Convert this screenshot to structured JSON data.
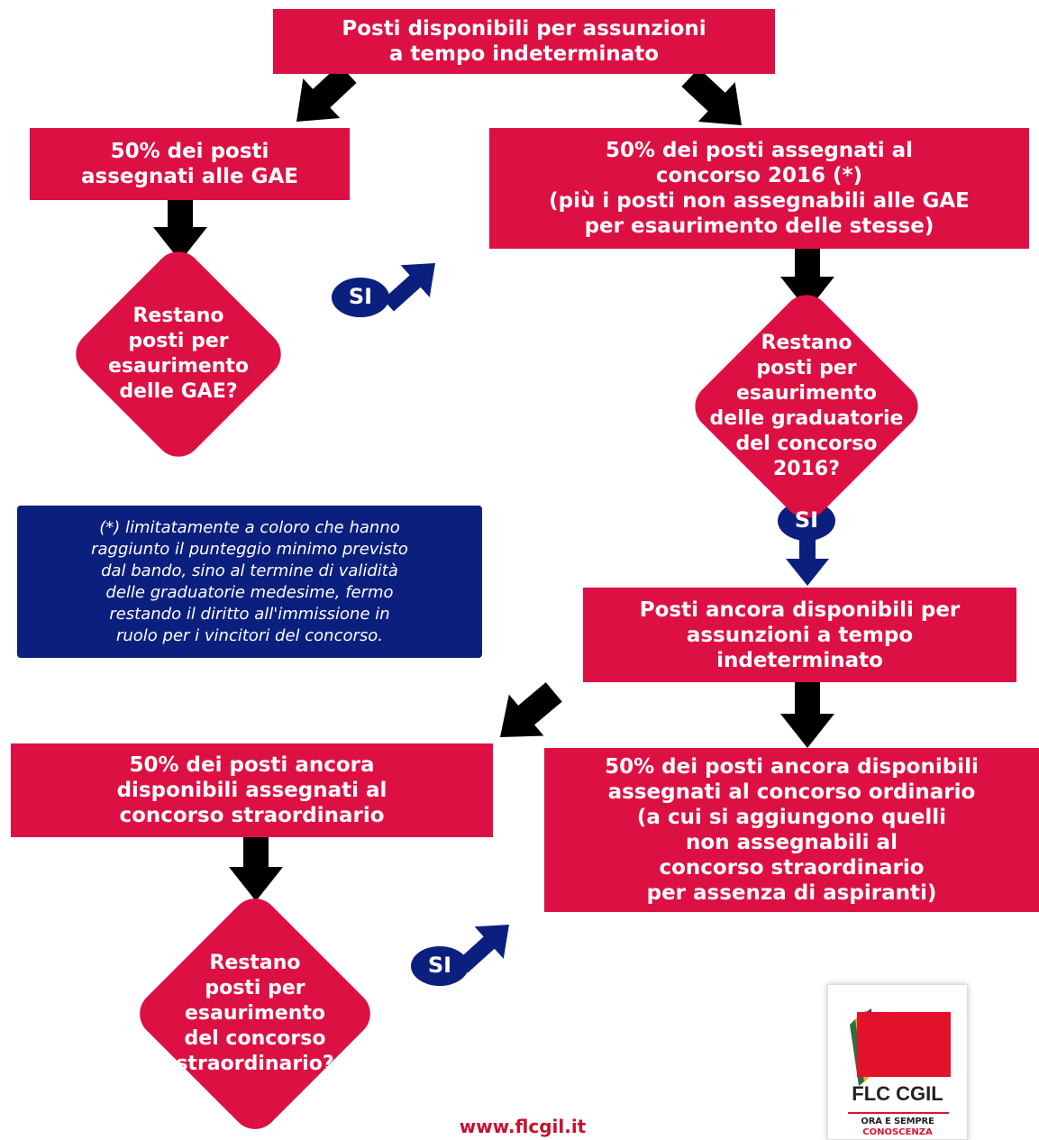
{
  "nodes": {
    "top": "Posti disponibili per assunzioni\na tempo indeterminato",
    "gae_share": "50% dei posti\nassegnati alle GAE",
    "concorso2016_share": "50% dei posti assegnati al\nconcorso 2016 (*)\n(più i posti non assegnabili alle GAE\nper esaurimento delle stesse)",
    "q_gae": "Restano\nposti per\nesaurimento\ndelle GAE?",
    "q_2016": "Restano\nposti per\nesaurimento\ndelle graduatorie\ndel concorso\n2016?",
    "still_available": "Posti ancora disponibili per\nassunzioni a tempo\nindeterminato",
    "straordinario_share": "50% dei posti ancora\ndisponibili assegnati al\nconcorso straordinario",
    "ordinario_share": "50% dei posti ancora disponibili\nassegnati al concorso ordinario\n(a cui si aggiungono quelli\nnon assegnabili al\nconcorso straordinario\nper assenza di aspiranti)",
    "q_straordinario": "Restano\nposti per\nesaurimento\ndel concorso\nstraordinario?"
  },
  "note": "(*) limitatamente a coloro che hanno\nraggiunto il punteggio minimo previsto\ndal bando, sino al termine di validità\ndelle graduatorie medesime, fermo\nrestando il diritto all'immissione in\nruolo per i vincitori del concorso.",
  "yes_label": "SI",
  "footer_url": "www.flcgil.it",
  "logo": {
    "brand": "FLC CGIL",
    "tagline_1": "ORA E SEMPRE",
    "tagline_2": "CONOSCENZA"
  },
  "colors": {
    "box_red": "#dd1043",
    "note_blue": "#0b1f7e",
    "arrow_black": "#000000",
    "si_blue": "#0b1f7e"
  }
}
